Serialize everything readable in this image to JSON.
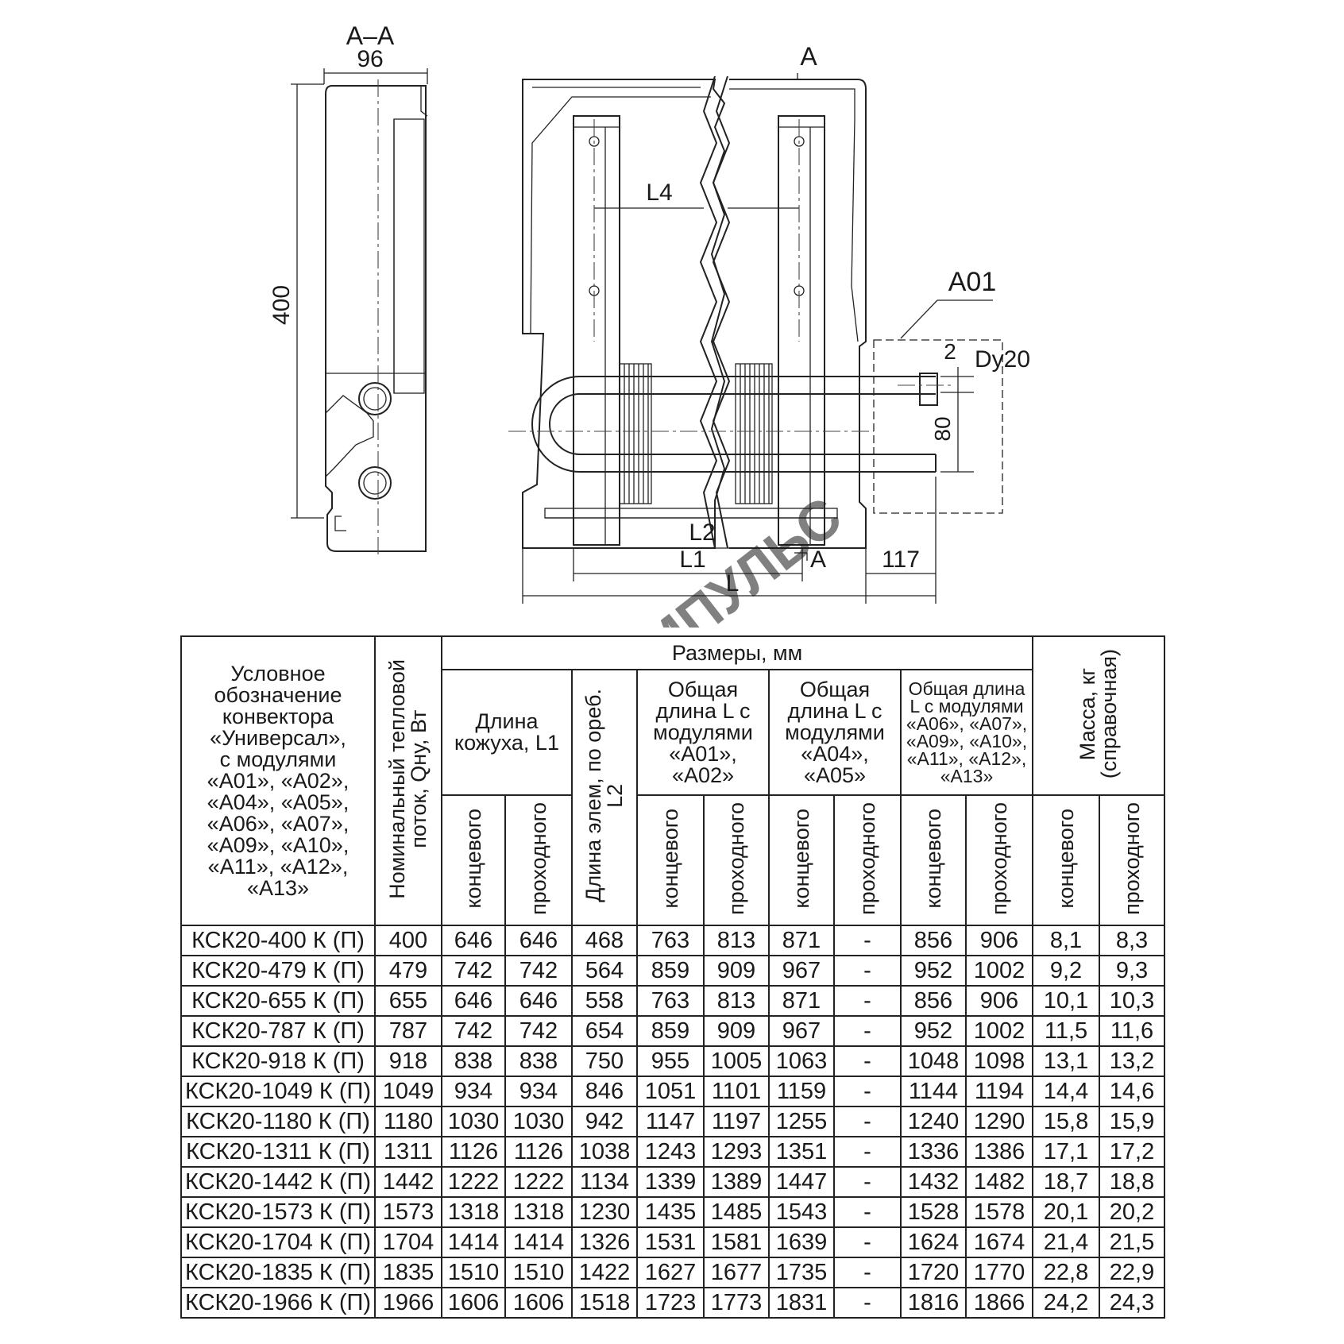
{
  "drawing": {
    "section_label": "А–А",
    "dim_width": "96",
    "dim_height": "400",
    "view_marker": "А",
    "dim_L4": "L4",
    "module_label": "А01",
    "dim_2": "2",
    "dim_dy": "Dy20",
    "dim_80": "80",
    "dim_L2": "L2",
    "dim_L1": "L1",
    "dim_A_bottom": "А",
    "dim_117": "117",
    "dim_L": "L",
    "watermark": "МПК ИМПУЛЬС"
  },
  "table": {
    "header": {
      "designation": "Условное\nобозначение\nконвектора\n«Универсал»,\nс модулями\n«А01», «А02»,\n«А04», «А05»,\n«А06», «А07»,\n«А09», «А10»,\n«А11», «А12»,\n«А13»",
      "heat_flow": "Номинальный тепловой\nпоток, Qну, Вт",
      "dimensions": "Размеры, мм",
      "casing_length": "Длина\nкожуха, L1",
      "element_length": "Длина элем, по ореб.\nL2",
      "total_a01": "Общая\nдлина L с\nмодулями\n«А01»,\n«А02»",
      "total_a04": "Общая\nдлина L с\nмодулями\n«А04»,\n«А05»",
      "total_a06": "Общая длина\nL с модулями\n«А06», «А07»,\n«А09», «А10»,\n«А11», «А12»,\n«А13»",
      "mass": "Масса, кг\n(справочная)",
      "end": "концевого",
      "pass": "проходного"
    },
    "rows": [
      [
        "КСК20-400 К (П)",
        "400",
        "646",
        "646",
        "468",
        "763",
        "813",
        "871",
        "-",
        "856",
        "906",
        "8,1",
        "8,3"
      ],
      [
        "КСК20-479 К (П)",
        "479",
        "742",
        "742",
        "564",
        "859",
        "909",
        "967",
        "-",
        "952",
        "1002",
        "9,2",
        "9,3"
      ],
      [
        "КСК20-655 К (П)",
        "655",
        "646",
        "646",
        "558",
        "763",
        "813",
        "871",
        "-",
        "856",
        "906",
        "10,1",
        "10,3"
      ],
      [
        "КСК20-787 К (П)",
        "787",
        "742",
        "742",
        "654",
        "859",
        "909",
        "967",
        "-",
        "952",
        "1002",
        "11,5",
        "11,6"
      ],
      [
        "КСК20-918 К (П)",
        "918",
        "838",
        "838",
        "750",
        "955",
        "1005",
        "1063",
        "-",
        "1048",
        "1098",
        "13,1",
        "13,2"
      ],
      [
        "КСК20-1049 К (П)",
        "1049",
        "934",
        "934",
        "846",
        "1051",
        "1101",
        "1159",
        "-",
        "1144",
        "1194",
        "14,4",
        "14,6"
      ],
      [
        "КСК20-1180 К (П)",
        "1180",
        "1030",
        "1030",
        "942",
        "1147",
        "1197",
        "1255",
        "-",
        "1240",
        "1290",
        "15,8",
        "15,9"
      ],
      [
        "КСК20-1311 К (П)",
        "1311",
        "1126",
        "1126",
        "1038",
        "1243",
        "1293",
        "1351",
        "-",
        "1336",
        "1386",
        "17,1",
        "17,2"
      ],
      [
        "КСК20-1442 К (П)",
        "1442",
        "1222",
        "1222",
        "1134",
        "1339",
        "1389",
        "1447",
        "-",
        "1432",
        "1482",
        "18,7",
        "18,8"
      ],
      [
        "КСК20-1573 К (П)",
        "1573",
        "1318",
        "1318",
        "1230",
        "1435",
        "1485",
        "1543",
        "-",
        "1528",
        "1578",
        "20,1",
        "20,2"
      ],
      [
        "КСК20-1704 К (П)",
        "1704",
        "1414",
        "1414",
        "1326",
        "1531",
        "1581",
        "1639",
        "-",
        "1624",
        "1674",
        "21,4",
        "21,5"
      ],
      [
        "КСК20-1835 К (П)",
        "1835",
        "1510",
        "1510",
        "1422",
        "1627",
        "1677",
        "1735",
        "-",
        "1720",
        "1770",
        "22,8",
        "22,9"
      ],
      [
        "КСК20-1966 К (П)",
        "1966",
        "1606",
        "1606",
        "1518",
        "1723",
        "1773",
        "1831",
        "-",
        "1816",
        "1866",
        "24,2",
        "24,3"
      ]
    ]
  }
}
